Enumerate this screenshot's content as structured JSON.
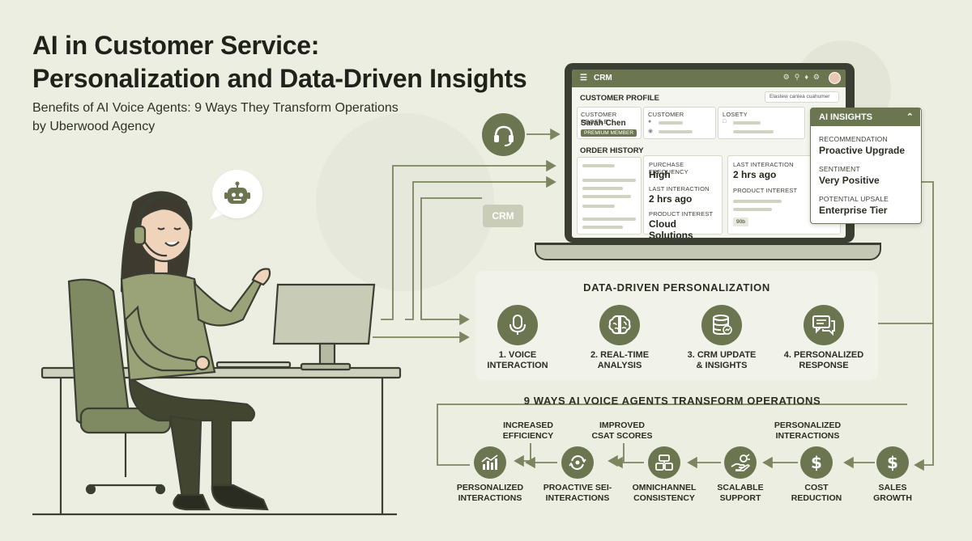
{
  "header": {
    "title_line1": "AI in Customer Service:",
    "title_line2": "Personalization and Data-Driven Insights",
    "subtitle_line1": "Benefits of AI Voice Agents: 9 Ways They Transform Operations",
    "subtitle_line2": "by Uberwood Agency"
  },
  "crm": {
    "app_name": "CRM",
    "tag_label": "CRM",
    "section_title": "CUSTOMER PROFILE",
    "search_placeholder": "Elastew canlea cuahumer",
    "profile_label": "CUSTOMER PROFILE",
    "customer_name": "Sarah Chen",
    "member_badge": "PREMIUM MEMBER",
    "customer_col": "CUSTOMER",
    "loyalty_col": "LOSETY",
    "order_history": "ORDER HISTORY",
    "purchase_frequency_label": "PURCHASE FREQUENCY",
    "purchase_frequency_value": "High",
    "last_interaction_label": "LAST INTERACTION",
    "last_interaction_value": "2 hrs ago",
    "product_interest_label": "PRODUCT INTEREST",
    "product_interest_value": "Cloud Solutions",
    "last_interaction_label_2": "LAST INTERACTION",
    "last_interaction_value_2": "2 hrs ago",
    "product_interest_label_2": "PRODUCT INTEREST",
    "mini_chip": "90b"
  },
  "ai_insights": {
    "title": "AI INSIGHTS",
    "items": [
      {
        "label": "RECOMMENDATION",
        "value": "Proactive Upgrade"
      },
      {
        "label": "SENTIMENT",
        "value": "Very Positive"
      },
      {
        "label": "POTENTIAL UPSALE",
        "value": "Enterprise Tier"
      }
    ]
  },
  "personalization": {
    "title": "DATA-DRIVEN PERSONALIZATION",
    "steps": [
      {
        "line1": "1. VOICE",
        "line2": "INTERACTION",
        "icon": "microphone-icon"
      },
      {
        "line1": "2. REAL-TIME",
        "line2": "ANALYSIS",
        "icon": "brain-icon"
      },
      {
        "line1": "3. CRM UPDATE",
        "line2": "& INSIGHTS",
        "icon": "database-icon"
      },
      {
        "line1": "4. PERSONALIZED",
        "line2": "RESPONSE",
        "icon": "chat-bubble-icon"
      }
    ]
  },
  "ways": {
    "title": "9 WAYS AI VOICE AGENTS TRANSFORM OPERATIONS",
    "top_labels": [
      {
        "line1": "INCREASED",
        "line2": "EFFICIENCY"
      },
      {
        "line1": "IMPROVED",
        "line2": "CSAT SCORES"
      },
      {
        "line1": "PERSONALIZED",
        "line2": "INTERACTIONS"
      }
    ],
    "items": [
      {
        "line1": "PERSONALIZED",
        "line2": "INTERACTIONS",
        "icon": "bar-chart-icon"
      },
      {
        "line1": "PROACTIVE SEI-",
        "line2": "INTERACTIONS",
        "icon": "cycle-icon"
      },
      {
        "line1": "OMNICHANNEL",
        "line2": "CONSISTENCY",
        "icon": "channels-icon"
      },
      {
        "line1": "SCALABLE",
        "line2": "SUPPORT",
        "icon": "hand-coin-icon"
      },
      {
        "line1": "COST",
        "line2": "REDUCTION",
        "icon": "dollar-icon"
      },
      {
        "line1": "SALES",
        "line2": "GROWTH",
        "icon": "dollar-icon"
      }
    ]
  },
  "colors": {
    "accent": "#6b7650",
    "background": "#eceee2",
    "dark": "#3b3e33"
  }
}
